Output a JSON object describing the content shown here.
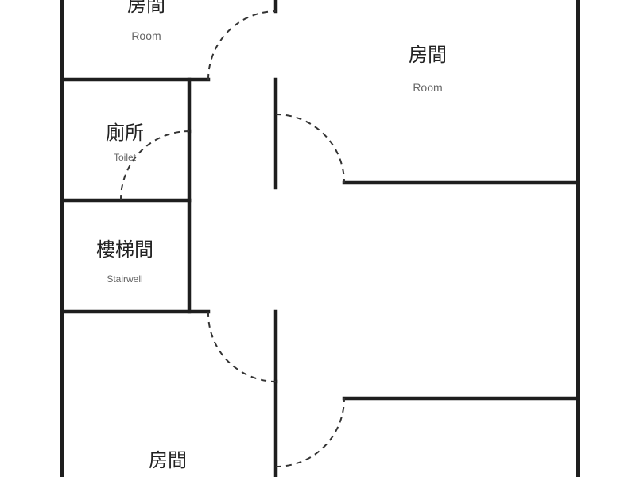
{
  "floor_plan": {
    "rooms": {
      "room_top_left": {
        "zh": "房間",
        "en": "Room"
      },
      "room_top_right": {
        "zh": "房間",
        "en": "Room"
      },
      "toilet": {
        "zh": "廁所",
        "en": "Toilet"
      },
      "stairwell": {
        "zh": "樓梯間",
        "en": "Stairwell"
      },
      "room_bottom_left": {
        "zh": "房間"
      }
    },
    "colors": {
      "wall": "#1e1e1e",
      "door_swing": "#333333",
      "background": "#ffffff"
    }
  }
}
